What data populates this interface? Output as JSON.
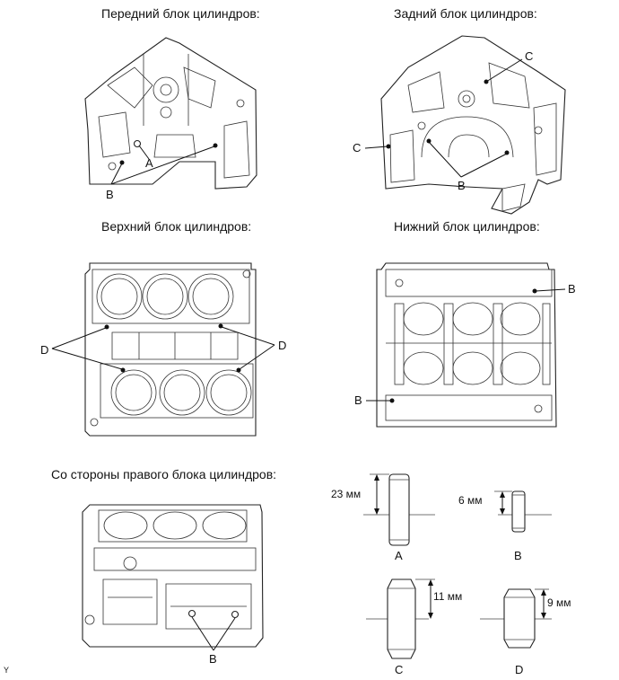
{
  "views": {
    "front": {
      "title": "Передний блок цилиндров:",
      "labels": [
        "A",
        "B"
      ]
    },
    "rear": {
      "title": "Задний блок цилиндров:",
      "labels": [
        "C",
        "C",
        "B"
      ]
    },
    "top": {
      "title": "Верхний блок цилиндров:",
      "labels": [
        "D",
        "D"
      ]
    },
    "bottom": {
      "title": "Нижний блок цилиндров:",
      "labels": [
        "B",
        "B"
      ]
    },
    "right": {
      "title": "Со стороны правого блока цилиндров:",
      "labels": [
        "B"
      ]
    }
  },
  "pins": [
    {
      "name": "A",
      "dimension": "23 мм"
    },
    {
      "name": "B",
      "dimension": "6 мм"
    },
    {
      "name": "C",
      "dimension": "11 мм"
    },
    {
      "name": "D",
      "dimension": "9 мм"
    }
  ],
  "corner_mark": "Y"
}
